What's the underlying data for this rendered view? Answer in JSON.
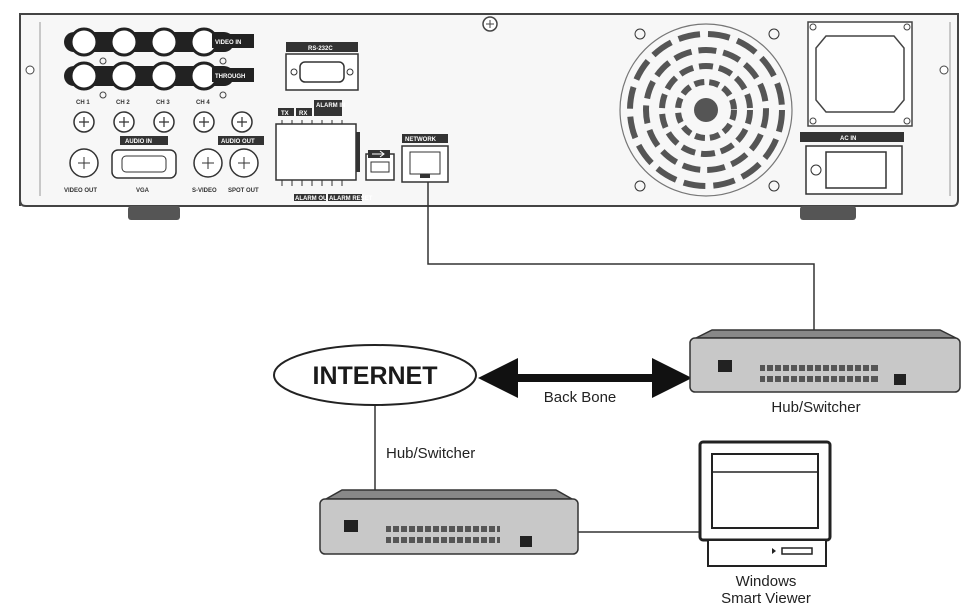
{
  "diagram": {
    "labels": {
      "internet": "INTERNET",
      "backbone": "Back Bone",
      "hub_right": "Hub/Switcher",
      "hub_left": "Hub/Switcher",
      "pc_line1": "Windows",
      "pc_line2": "Smart Viewer"
    },
    "panel": {
      "video_in": "VIDEO IN",
      "through": "THROUGH",
      "ch1": "CH 1",
      "ch2": "CH 2",
      "ch3": "CH 3",
      "ch4": "CH 4",
      "audio_in": "AUDIO IN",
      "audio_out": "AUDIO OUT",
      "video_out": "VIDEO OUT",
      "vga": "VGA",
      "s_video": "S-VIDEO",
      "spot_out": "SPOT OUT",
      "rs232c": "RS-232C",
      "tx": "TX",
      "rx": "RX",
      "alarm_in": "ALARM IN",
      "alarm_out": "ALARM OUT",
      "alarm_reset": "ALARM RESET",
      "network": "NETWORK",
      "ac_in": "AC IN"
    }
  }
}
